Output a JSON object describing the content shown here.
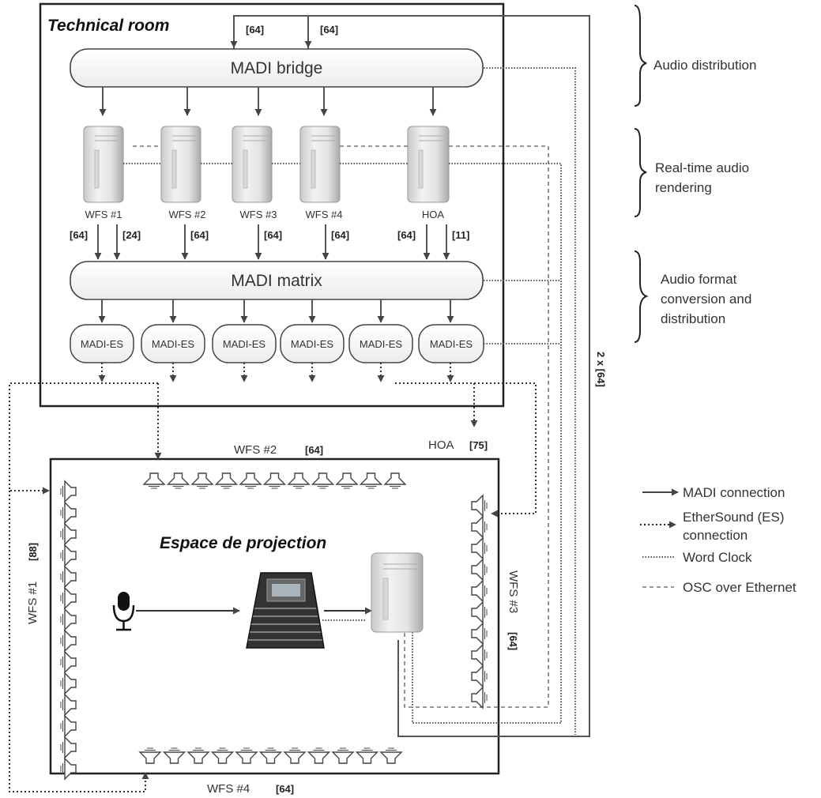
{
  "technical_room": {
    "title": "Technical room"
  },
  "projection_space": {
    "title": "Espace de projection"
  },
  "input_channels": [
    "[64]",
    "[64]"
  ],
  "madi_bridge": {
    "label": "MADI bridge"
  },
  "madi_matrix": {
    "label": "MADI matrix"
  },
  "computers": [
    {
      "label": "WFS #1"
    },
    {
      "label": "WFS #2"
    },
    {
      "label": "WFS #3"
    },
    {
      "label": "WFS #4"
    },
    {
      "label": "HOA"
    }
  ],
  "matrix_inputs": [
    "[64]",
    "[24]",
    "[64]",
    "[64]",
    "[64]",
    "[64]",
    "[11]"
  ],
  "madi_es": [
    "MADI-ES",
    "MADI-ES",
    "MADI-ES",
    "MADI-ES",
    "MADI-ES",
    "MADI-ES"
  ],
  "speaker_arrays": {
    "wfs2": {
      "label": "WFS #2",
      "channels": "[64]"
    },
    "hoa": {
      "label": "HOA",
      "channels": "[75]"
    },
    "wfs1": {
      "label": "WFS #1",
      "channels": "[88]"
    },
    "wfs3": {
      "label": "WFS #3",
      "channels": "[64]"
    },
    "wfs4": {
      "label": "WFS #4",
      "channels": "[64]"
    }
  },
  "return_link": "2 x [64]",
  "stages": [
    {
      "lines": [
        "Audio distribution"
      ]
    },
    {
      "lines": [
        "Real-time audio",
        "rendering"
      ]
    },
    {
      "lines": [
        "Audio format",
        "conversion and",
        "distribution"
      ]
    }
  ],
  "legend": {
    "madi": "MADI connection",
    "ethersound": [
      "EtherSound (ES)",
      "connection"
    ],
    "wordclock": "Word Clock",
    "osc": "OSC over Ethernet"
  },
  "colors": {
    "line": "#555555",
    "text": "#333333"
  }
}
